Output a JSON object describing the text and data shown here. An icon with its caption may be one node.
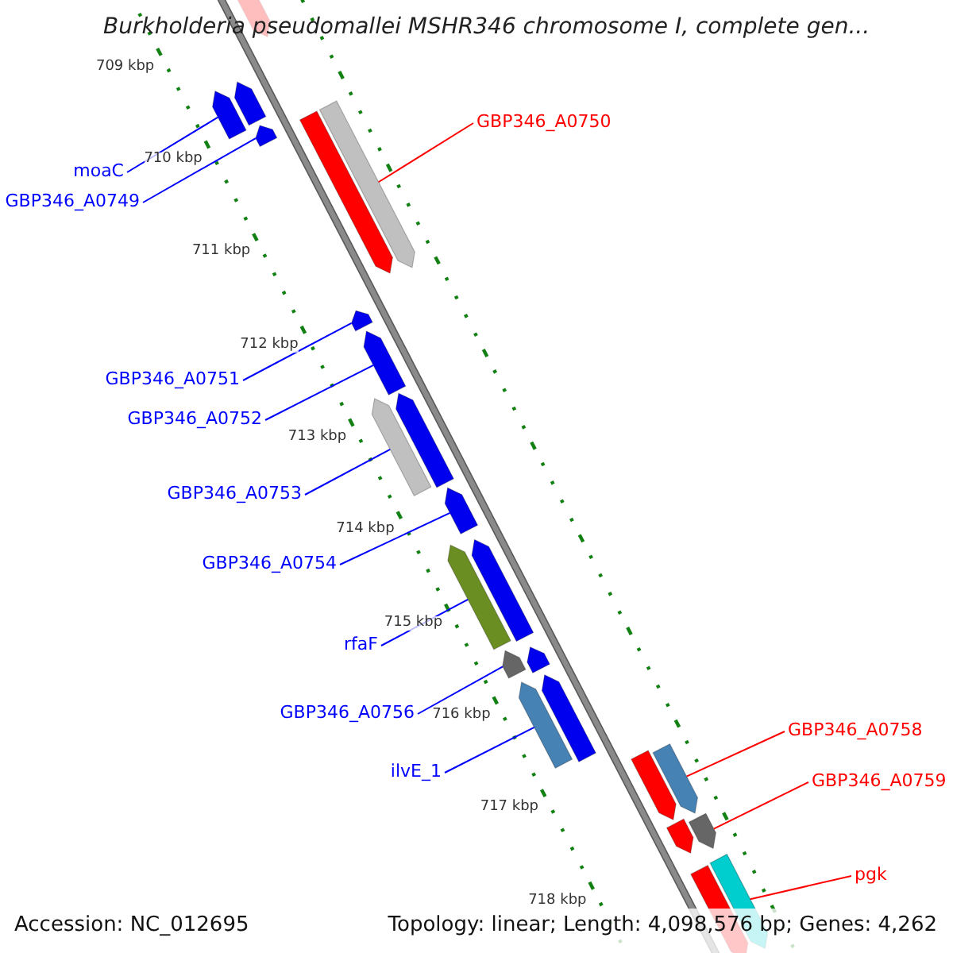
{
  "diagram": {
    "title": "Burkholderia pseudomallei MSHR346 chromosome I, complete gen...",
    "nodes": [
      {
        "text": [
          "GBP346_A0750"
        ]
      },
      {
        "text": [
          "moaC"
        ]
      },
      {
        "text": [
          "GBP346_A0749"
        ]
      },
      {
        "text": [
          "GBP346_A0751"
        ]
      },
      {
        "text": [
          "GBP346_A0752"
        ]
      },
      {
        "text": [
          "GBP346_A0753"
        ]
      },
      {
        "text": [
          "GBP346_A0754"
        ]
      },
      {
        "text": [
          "rfaF"
        ]
      },
      {
        "text": [
          "GBP346_A0756"
        ]
      },
      {
        "text": [
          "GBP346_A0758"
        ]
      },
      {
        "text": [
          "ilvE_1"
        ]
      },
      {
        "text": [
          "GBP346_A0759"
        ]
      },
      {
        "text": [
          "pgk"
        ]
      },
      {
        "text": [],
        "shape": "bar"
      },
      {
        "text": [],
        "shape": "bar"
      },
      {
        "text": [],
        "shape": "bar"
      },
      {
        "text": [],
        "shape": "bar"
      },
      {
        "text": [],
        "shape": "bar"
      },
      {
        "text": [],
        "shape": "bar"
      },
      {
        "text": [],
        "shape": "bar"
      },
      {
        "text": [],
        "shape": "bar"
      },
      {
        "text": [],
        "shape": "bar"
      },
      {
        "text": [],
        "shape": "bar"
      },
      {
        "text": [],
        "shape": "bar"
      },
      {
        "text": [],
        "shape": "bar"
      },
      {
        "text": [],
        "shape": "bar"
      },
      {
        "text": [],
        "shape": "bar"
      },
      {
        "text": [],
        "shape": "bar"
      },
      {
        "text": [],
        "shape": "bar"
      },
      {
        "text": [],
        "shape": "bar"
      },
      {
        "text": [],
        "shape": "bar"
      },
      {
        "text": [],
        "shape": "bar"
      },
      {
        "text": [],
        "shape": "bar"
      },
      {
        "text": [],
        "shape": "bar"
      },
      {
        "text": [],
        "shape": "bar"
      },
      {
        "text": [],
        "shape": "bar"
      }
    ],
    "edges": [
      {
        "from": 0,
        "to": 18,
        "arrow": "none",
        "color": "#ff0000"
      },
      {
        "from": 1,
        "to": 14,
        "arrow": "none"
      },
      {
        "from": 2,
        "to": 16,
        "arrow": "none"
      },
      {
        "from": 3,
        "to": 19,
        "arrow": "none"
      },
      {
        "from": 4,
        "to": 20,
        "arrow": "none"
      },
      {
        "from": 5,
        "to": 21,
        "arrow": "none"
      },
      {
        "from": 6,
        "to": 23,
        "arrow": "none"
      },
      {
        "from": 7,
        "to": 24,
        "arrow": "none"
      },
      {
        "from": 8,
        "to": 26,
        "arrow": "none"
      },
      {
        "from": 9,
        "to": 32,
        "arrow": "none",
        "color": "#ff0000"
      },
      {
        "from": 10,
        "to": 28,
        "arrow": "none"
      },
      {
        "from": 11,
        "to": 33,
        "arrow": "none",
        "color": "#ff0000"
      },
      {
        "from": 12,
        "to": 35,
        "arrow": "none",
        "color": "#ff0000"
      }
    ],
    "labels": [
      "709 kbp",
      "710 kbp",
      "711 kbp",
      "712 kbp",
      "713 kbp",
      "714 kbp",
      "715 kbp",
      "716 kbp",
      "717 kbp",
      "718 kbp",
      "Accession: NC_012695",
      "Topology: linear; Length: 4,098,576 bp; Genes: 4,262"
    ]
  }
}
